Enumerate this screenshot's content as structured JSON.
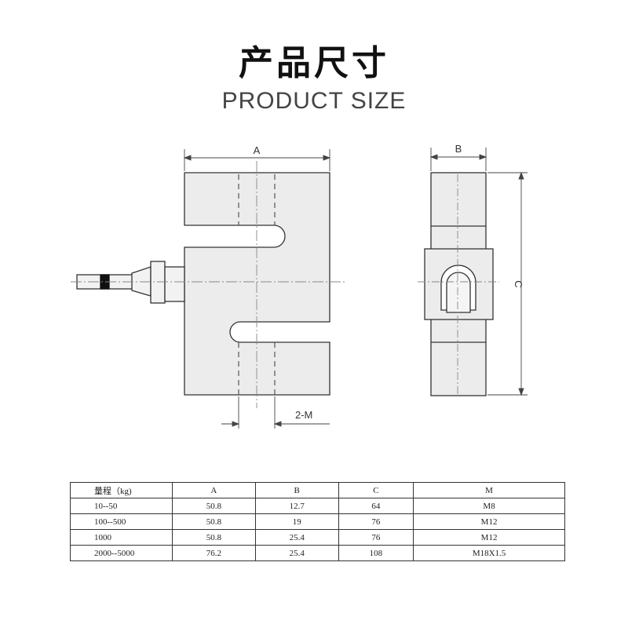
{
  "title": {
    "cn": "产品尺寸",
    "en": "PRODUCT SIZE"
  },
  "drawing": {
    "front": {
      "dim_a": "A",
      "dim_m": "2-M"
    },
    "side": {
      "dim_b": "B",
      "dim_c": "C"
    }
  },
  "table": {
    "headers": [
      "量程（kg)",
      "A",
      "B",
      "C",
      "M"
    ],
    "rows": [
      [
        "10--50",
        "50.8",
        "12.7",
        "64",
        "M8"
      ],
      [
        "100--500",
        "50.8",
        "19",
        "76",
        "M12"
      ],
      [
        "1000",
        "50.8",
        "25.4",
        "76",
        "M12"
      ],
      [
        "2000--5000",
        "76.2",
        "25.4",
        "108",
        "M18X1.5"
      ]
    ]
  }
}
